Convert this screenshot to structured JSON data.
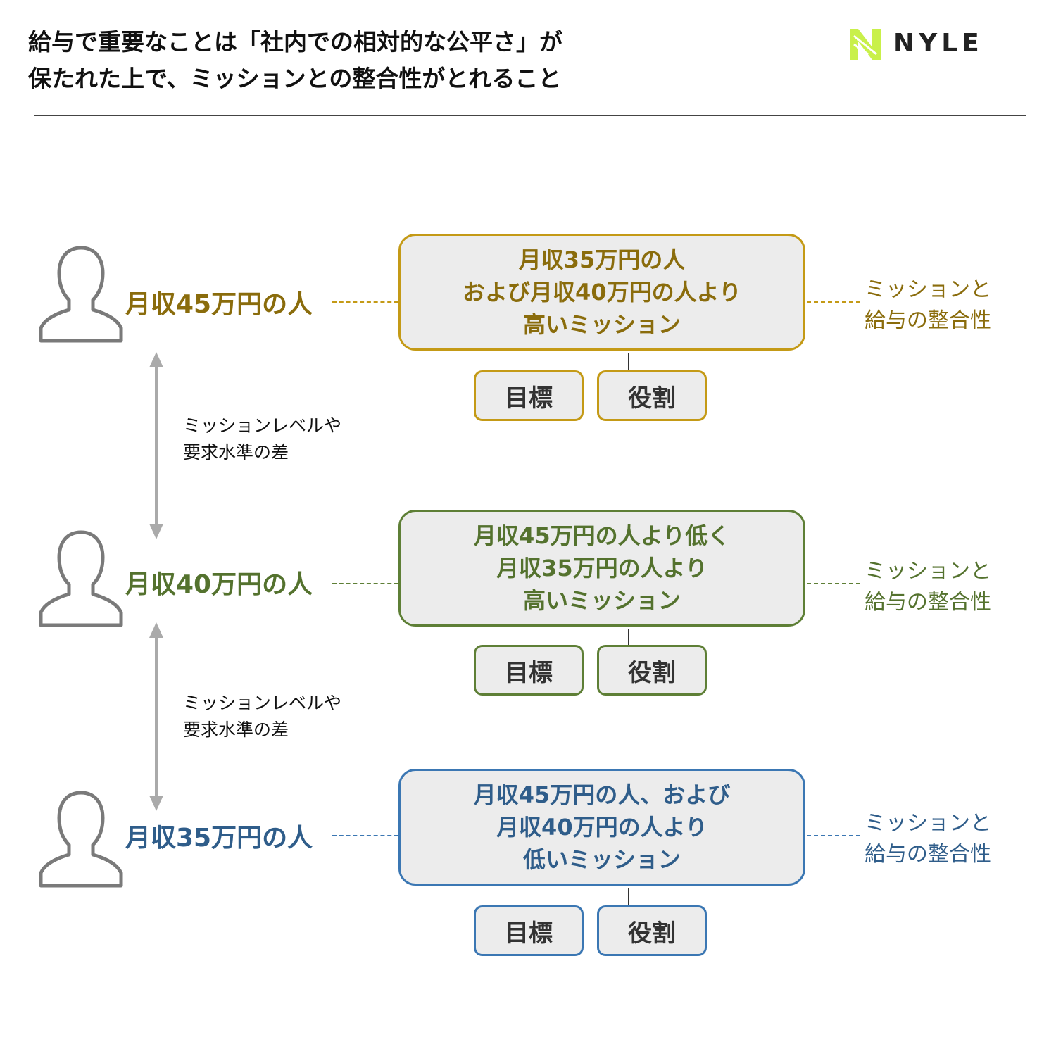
{
  "header": {
    "title_lines": [
      "給与で重要なことは「社内での相対的な公平さ」が",
      "保たれた上で、ミッションとの整合性がとれること"
    ],
    "logo_text": "NYLE",
    "colors": {
      "title": "#111111",
      "logo_mark": "#c9f04a",
      "logo_text": "#222222"
    }
  },
  "tiers": [
    {
      "salary_label": "月収45万円の人",
      "mission_lines": [
        "月収35万円の人",
        "および月収40万円の人より",
        "高いミッション"
      ],
      "tags": [
        "目標",
        "役割"
      ],
      "alignment_lines": [
        "ミッションと",
        "給与の整合性"
      ],
      "color": "#8a6c0c",
      "border_color": "#c49a16"
    },
    {
      "salary_label": "月収40万円の人",
      "mission_lines": [
        "月収45万円の人より低く",
        "月収35万円の人より",
        "高いミッション"
      ],
      "tags": [
        "目標",
        "役割"
      ],
      "alignment_lines": [
        "ミッションと",
        "給与の整合性"
      ],
      "color": "#54722e",
      "border_color": "#5e7f36"
    },
    {
      "salary_label": "月収35万円の人",
      "mission_lines": [
        "月収45万円の人、および",
        "月収40万円の人より",
        "低いミッション"
      ],
      "tags": [
        "目標",
        "役割"
      ],
      "alignment_lines": [
        "ミッションと",
        "給与の整合性"
      ],
      "color": "#2f5d8a",
      "border_color": "#3b77b3"
    }
  ],
  "gap_notes": [
    {
      "lines": [
        "ミッションレベルや",
        "要求水準の差"
      ]
    },
    {
      "lines": [
        "ミッションレベルや",
        "要求水準の差"
      ]
    }
  ],
  "icons": [
    "person-icon",
    "double-arrow-icon",
    "nyle-logo-mark-icon"
  ],
  "colors": {
    "person_icon": "#7a7a7a",
    "arrow": "#aaaaaa",
    "box_fill": "#ececec"
  }
}
